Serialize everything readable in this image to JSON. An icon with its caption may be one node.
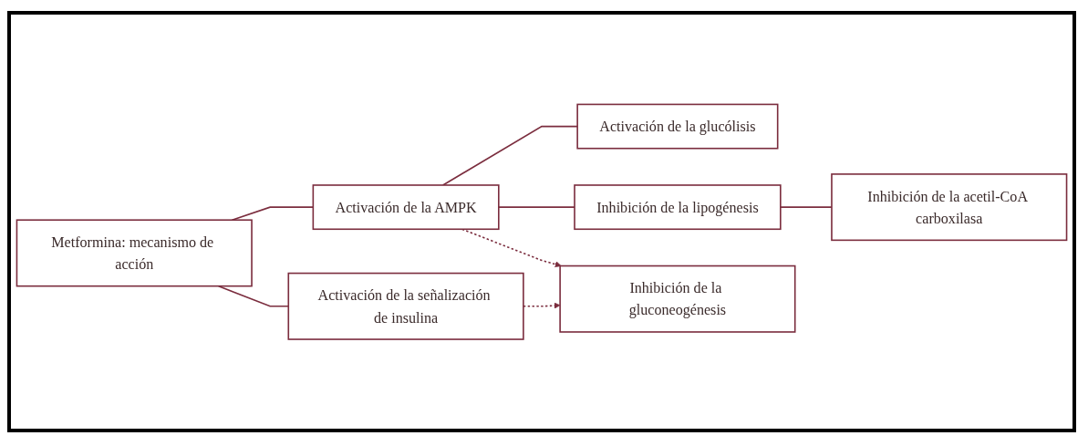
{
  "diagram": {
    "nodes": [
      {
        "text": [
          "Metformina: mecanismo de acción"
        ]
      },
      {
        "text": [
          "Activación de la AMPK"
        ]
      },
      {
        "text": [
          "Activación de la señalización de insulina"
        ]
      },
      {
        "text": [
          "Activación de la glucólisis"
        ]
      },
      {
        "text": [
          "Inhibición de la lipogénesis"
        ]
      },
      {
        "text": [
          "Inhibición de la gluconeogénesis"
        ]
      },
      {
        "text": [
          "Inhibición de la acetil-CoA carboxilasa"
        ]
      }
    ],
    "edges": [
      {
        "from": 0,
        "to": 1,
        "arrow": "none"
      },
      {
        "from": 0,
        "to": 2,
        "arrow": "none"
      },
      {
        "from": 1,
        "to": 3,
        "arrow": "none"
      },
      {
        "from": 1,
        "to": 4,
        "arrow": "none"
      },
      {
        "from": 4,
        "to": 6,
        "arrow": "none"
      },
      {
        "from": 1,
        "to": 5,
        "arrow": "to",
        "style": "dashed"
      },
      {
        "from": 2,
        "to": 5,
        "arrow": "to",
        "style": "dashed"
      }
    ]
  }
}
